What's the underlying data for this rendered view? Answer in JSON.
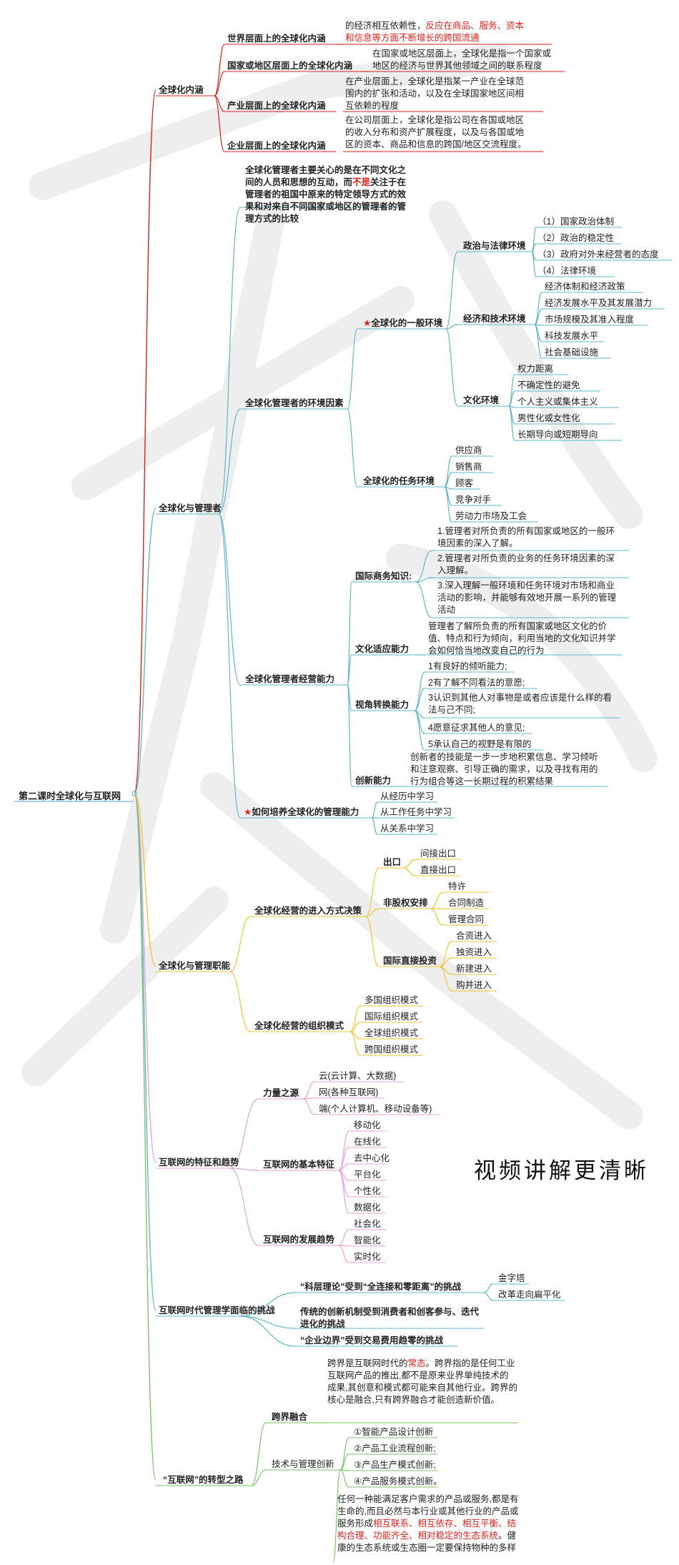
{
  "root": "第二课时全球化与互联网",
  "watermark": "视频讲解更清晰",
  "colors": {
    "red": "#e0201a",
    "teal": "#5fb7c9",
    "yellow": "#f2c531",
    "pink": "#e9a2d8",
    "green": "#7ac66a"
  },
  "globalization": {
    "label": "全球化内涵",
    "world": {
      "label": "世界层面上的全球化内涵",
      "desc_a": "的经济相互依赖性，",
      "desc_b": "反应在商品、服务、资本",
      "desc_c": "和信息等方面不断增长的跨国流通"
    },
    "country": {
      "label": "国家或地区层面上的全球化内涵",
      "desc": "在国家或地区层面上，全球化是指一个国家或地区的经济与世界其他领域之间的联系程度"
    },
    "industry": {
      "label": "产业层面上的全球化内涵",
      "desc": "在产业层面上，全球化是指某一产业在全球范围内的扩张和活动，以及在全球国家地区间相互依赖的程度"
    },
    "company": {
      "label": "企业层面上的全球化内涵",
      "desc": "在公司层面上，全球化是指公司在各国或地区的收入分布和资产扩展程度，以及与各国或地区的资本、商品和信息的跨国/地区交流程度。"
    }
  },
  "managers": {
    "label": "全球化与管理者",
    "focus_a": "全球化管理者主要关心的是在不同文化之间的人员和思想的互动，而",
    "focus_b": "不是",
    "focus_c": "关注于在管理者的祖国中原来的特定领导方式的效果和对来自不同国家或地区的管理者的管理方式的比较",
    "env": {
      "label": "全球化管理者的环境因素",
      "general": {
        "label": "全球化的一般环境",
        "political": {
          "label": "政治与法律环境",
          "items": [
            "（1）国家政治体制",
            "（2）政治的稳定性",
            "（3）政府对外来经营者的态度",
            "（4）法律环境"
          ]
        },
        "economic": {
          "label": "经济和技术环境",
          "items": [
            "经济体制和经济政策",
            "经济发展水平及其发展潜力",
            "市场规模及其准入程度",
            "科技发展水平",
            "社会基础设施"
          ]
        },
        "culture": {
          "label": "文化环境",
          "items": [
            "权力距离",
            "不确定性的避免",
            "个人主义或集体主义",
            "男性化或女性化",
            "长期导向或短期导向"
          ]
        }
      },
      "task": {
        "label": "全球化的任务环境",
        "items": [
          "供应商",
          "销售商",
          "顾客",
          "竞争对手",
          "劳动力市场及工会"
        ]
      }
    },
    "ability": {
      "label": "全球化管理者经营能力",
      "intl": {
        "label": "国际商务知识:",
        "items": [
          "1.管理者对所负责的所有国家或地区的一般环境因素的深入了解。",
          "2.管理者对所负责的业务的任务环境因素的深入理解。",
          "3.深入理解一般环境和任务环境对市场和商业活动的影响，并能够有效地开展一系列的管理活动"
        ]
      },
      "culture": {
        "label": "文化适应能力",
        "desc": "管理者了解所负责的所有国家或地区文化的价值、特点和行为倾向，利用当地的文化知识并学会如何恰当地改变自己的行为"
      },
      "perspective": {
        "label": "视角转换能力",
        "items": [
          "1有良好的倾听能力;",
          "2有了解不同看法的意愿;",
          "3认识到其他人对事物是或者应该是什么样的看法与己不同;",
          "4愿意征求其他人的意见;",
          "5承认自己的视野是有限的"
        ]
      },
      "innovation": {
        "label": "创新能力",
        "desc": "创新者的技能是一步一步地积累信息、学习倾听和注意观察、引导正确的需求，以及寻找有用的行为组合等这一长期过程的积累结果"
      }
    },
    "cultivate": {
      "label": "如何培养全球化的管理能力",
      "items": [
        "从经历中学习",
        "从工作任务中学习",
        "从关系中学习"
      ]
    }
  },
  "functions": {
    "label": "全球化与管理职能",
    "entry": {
      "label": "全球化经营的进入方式决策",
      "export": {
        "label": "出口",
        "items": [
          "间接出口",
          "直接出口"
        ]
      },
      "nonequity": {
        "label": "非股权安排",
        "items": [
          "特许",
          "合同制造",
          "管理合同"
        ]
      },
      "fdi": {
        "label": "国际直接投资",
        "items": [
          "合资进入",
          "独资进入",
          "新建进入",
          "购并进入"
        ]
      }
    },
    "org": {
      "label": "全球化经营的组织模式",
      "items": [
        "多国组织模式",
        "国际组织模式",
        "全球组织模式",
        "跨国组织模式"
      ]
    }
  },
  "internet": {
    "label": "互联网的特征和趋势",
    "power": {
      "label": "力量之源",
      "items": [
        "云(云计算、大数据)",
        "网(各种互联网)",
        "端(个人计算机、移动设备等)"
      ]
    },
    "features": {
      "label": "互联网的基本特征",
      "items": [
        "移动化",
        "在线化",
        "去中心化",
        "平台化",
        "个性化",
        "数据化"
      ]
    },
    "trends": {
      "label": "互联网的发展趋势",
      "items": [
        "社会化",
        "智能化",
        "实时化"
      ]
    }
  },
  "challenges": {
    "label": "互联网时代管理学面临的挑战",
    "bureaucracy": {
      "label": "“科层理论”受到“全连接和零距离”的挑战",
      "items": [
        "金字塔",
        "改革走向扁平化"
      ]
    },
    "innovation": {
      "label": "传统的创新机制受到消费者和创客参与、迭代进化的挑战"
    },
    "boundary": {
      "label": "“企业边界”受到交易费用趋零的挑战"
    }
  },
  "transform": {
    "label": "“互联网”的转型之路",
    "crossover": {
      "label": "跨界融合",
      "desc_a": "跨界是互联网时代的",
      "desc_b": "常态",
      "desc_c": "。跨界指的是任何工业互联网产品的推出,都不是原来业界单纯技术的 成果,其创意和模式都可能来自其他行业。跨界的核心是融合,只有跨界融合才能创造新价值。"
    },
    "tech": {
      "label": "技术与管理创新",
      "items": [
        "①智能产品设计创新",
        "②产品工业流程创新;",
        "③产品生产模式创新;",
        "④产品服务模式创新。"
      ]
    },
    "eco": {
      "desc_a": "任何一种能满足客户需求的产品或服务,都是有生命的,而且必然与本行业或其他行业的产品或服务形成",
      "desc_b": "相互联系、相互依存、相互平衡、结构合理、功能齐全、相对稳定的生态系统",
      "desc_c": "。健康的生态系统或生态圈一定要保持物种的多样"
    }
  }
}
